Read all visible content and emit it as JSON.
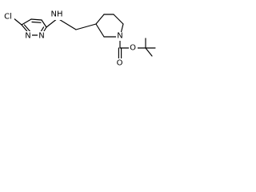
{
  "molecule": {
    "atoms": {
      "chlorine": "Cl",
      "pyridazine_nitrogen_1": "N",
      "pyridazine_nitrogen_2": "N",
      "amine": "NH",
      "piperidine_nitrogen": "N",
      "ester_oxygen": "O",
      "carbonyl_oxygen": "O"
    }
  },
  "colors": {
    "bond": "#000000",
    "label": "#000000",
    "background": "#ffffff"
  }
}
